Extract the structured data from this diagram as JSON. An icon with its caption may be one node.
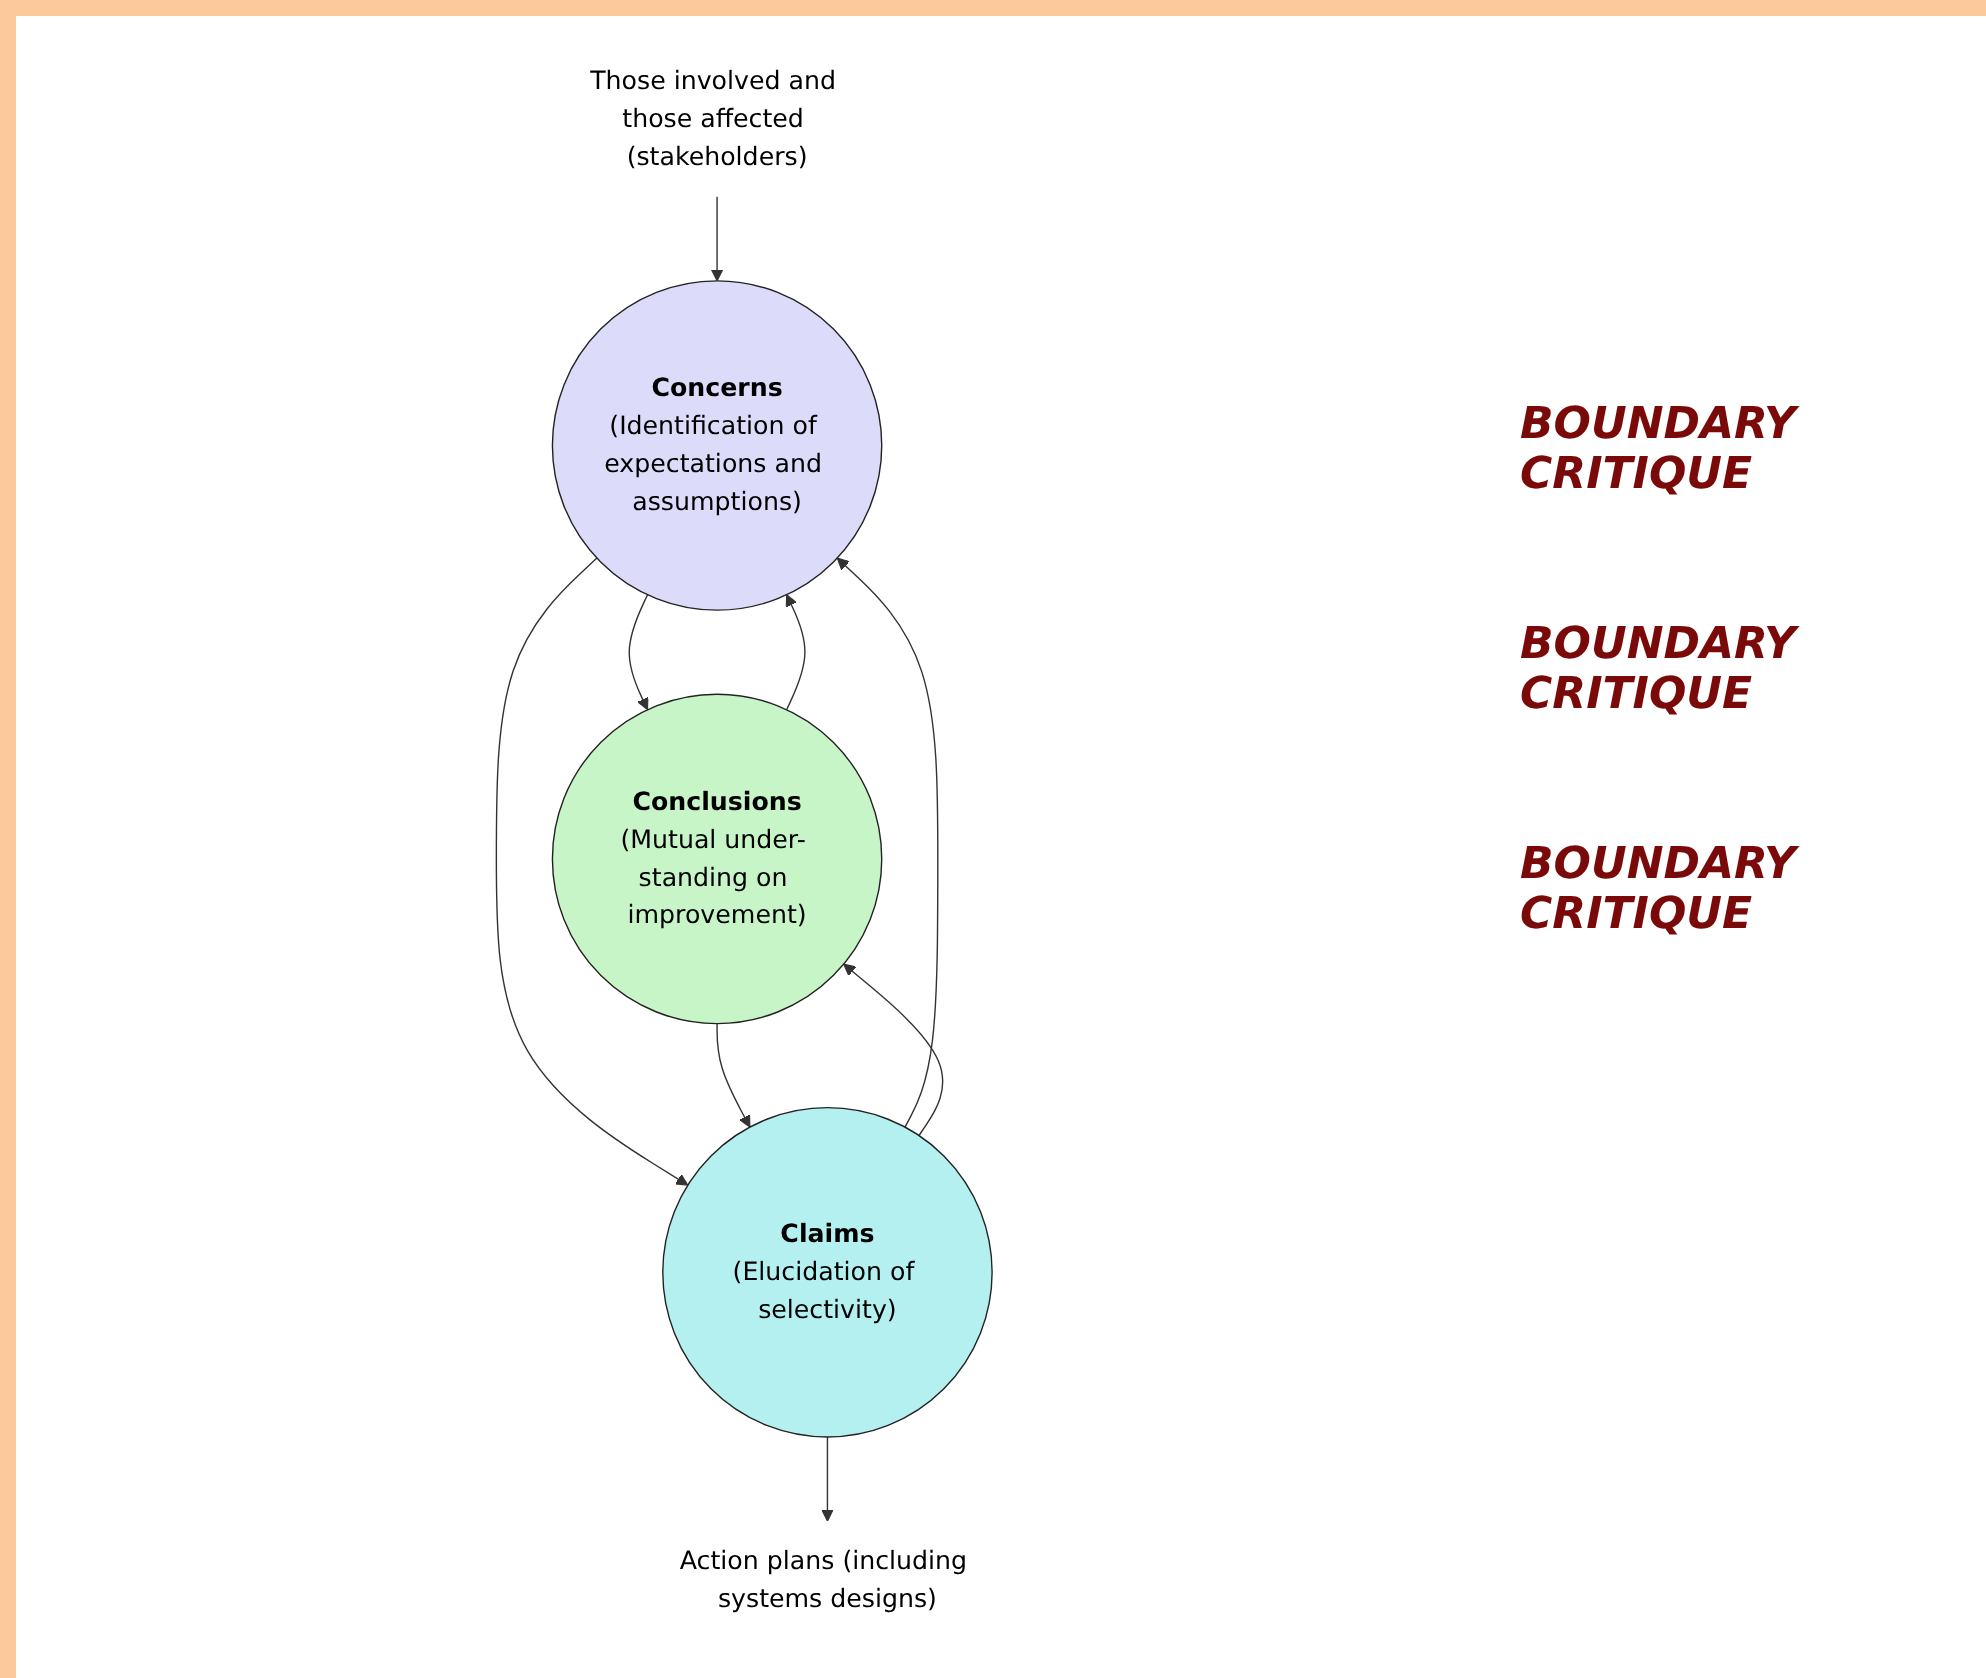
{
  "diagram": {
    "nodes": [
      {
        "text": [
          "Those involved and those affected (stakeholders)"
        ]
      },
      {
        "text": [
          "Concerns",
          "(Identification of expectations and assumptions)"
        ]
      },
      {
        "text": [
          "Conclusions",
          "(Mutual under- standing on improvement)"
        ]
      },
      {
        "text": [
          "Claims",
          "(Elucidation of selectivity)"
        ]
      },
      {
        "text": [
          "Action plans (including systems designs)"
        ]
      }
    ],
    "edges": [
      {
        "from": 0,
        "to": 1,
        "arrow": "to"
      },
      {
        "from": 1,
        "to": 2,
        "arrow": "to"
      },
      {
        "from": 2,
        "to": 1,
        "arrow": "to"
      },
      {
        "from": 1,
        "to": 3,
        "arrow": "to"
      },
      {
        "from": 3,
        "to": 1,
        "arrow": "to"
      },
      {
        "from": 3,
        "to": 2,
        "arrow": "to"
      },
      {
        "from": 2,
        "to": 3,
        "arrow": "to"
      },
      {
        "from": 3,
        "to": 4,
        "arrow": "to"
      }
    ],
    "labels": [
      "BOUNDARY CRITIQUE",
      "BOUNDARY CRITIQUE",
      "BOUNDARY CRITIQUE"
    ]
  }
}
